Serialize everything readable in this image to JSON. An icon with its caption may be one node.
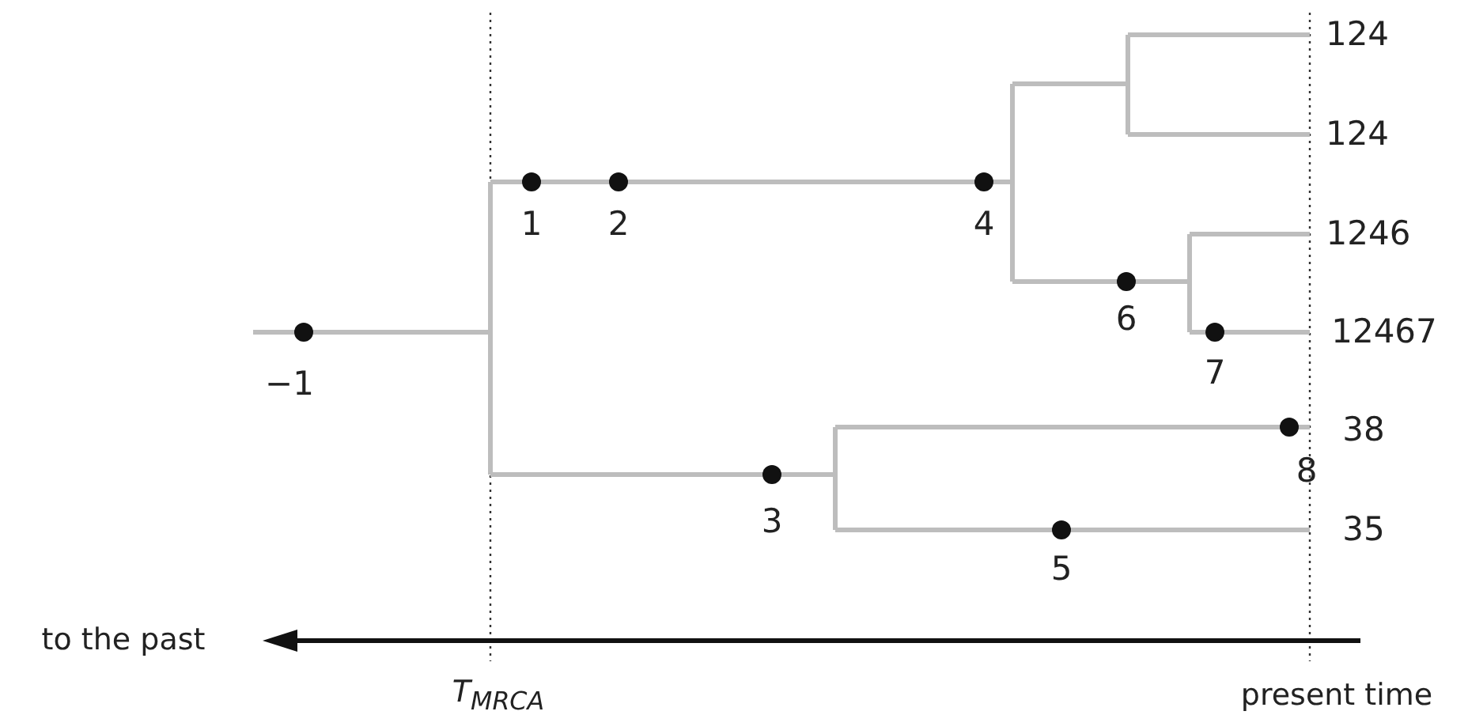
{
  "diagram": {
    "labels": [
      "124",
      "124",
      "1246",
      "12467",
      "38",
      "35",
      "1",
      "2",
      "4",
      "6",
      "−1",
      "7",
      "8",
      "3",
      "5",
      "to the past",
      "T$_{MRCA}$",
      "present time"
    ]
  }
}
